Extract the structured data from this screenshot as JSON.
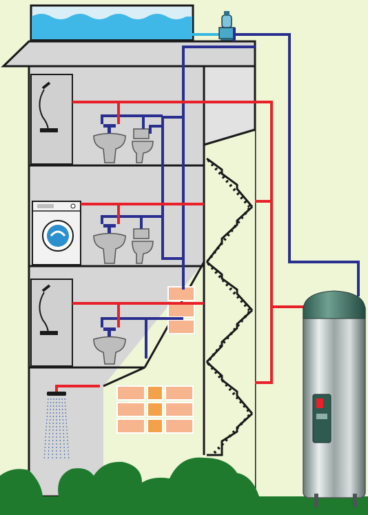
{
  "diagram": {
    "kind": "plumbing-schematic",
    "components": {
      "rooftop_tank": "water-tank",
      "pressure_pump": "pump-icon",
      "water_heater": "water-heater",
      "fixtures": [
        "shower",
        "sink",
        "toilet",
        "washing-machine",
        "rain-shower"
      ],
      "staircase": "staircase"
    },
    "colors": {
      "background": "#eef6d6",
      "building": "#d6d6d6",
      "outline": "#1a1a1a",
      "hot_pipe": "#e8202a",
      "cold_pipe": "#2a2f8f",
      "supply_pipe": "#36b8e0",
      "water": "#3fb8e8",
      "bush": "#1f7a2e",
      "window": "#f6b58e",
      "window_lit": "#f3a24a"
    }
  }
}
